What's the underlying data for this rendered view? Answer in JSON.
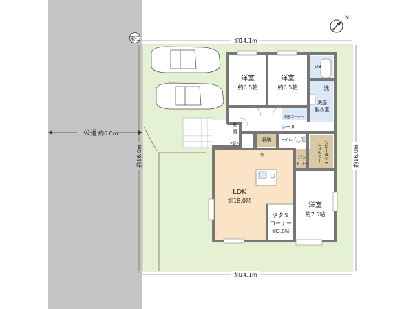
{
  "compass": {
    "label": "N"
  },
  "site": {
    "road_label": "公道",
    "road_width": "約6.0m",
    "pole_label": "電柱",
    "width_top": "約14.1m",
    "width_bottom": "約14.1m",
    "depth_left": "約16.0m",
    "depth_right": "約16.0m"
  },
  "rooms": {
    "western_1": {
      "name": "洋室",
      "size": "約6.5帖"
    },
    "western_2": {
      "name": "洋室",
      "size": "約6.5帖"
    },
    "western_3": {
      "name": "洋室",
      "size": "約7.5帖"
    },
    "ldk": {
      "name": "LDK",
      "size": "約18.0帖"
    },
    "tatami": {
      "name_line1": "タタミ",
      "name_line2": "コーナー",
      "size": "約3.0帖"
    },
    "bath": "UB",
    "laundry_mark": "洗",
    "dressing_line1": "洗面",
    "dressing_line2": "脱衣室",
    "washroom_corner": "洗面コーナー",
    "hall": "ホール",
    "entrance_line1": "玄",
    "entrance_line2": "関",
    "shoe_box": "下足入",
    "storage": "収納",
    "toilet": "トイレ",
    "fridge": "冷",
    "pantry_line1": "パン",
    "pantry_line2": "トリー",
    "family_closet_line1": "ファミリー",
    "family_closet_line2": "クローゼット"
  },
  "colors": {
    "road": "#c4c4c4",
    "lot": "#e4f1d2",
    "room": "#ffffff",
    "ldk_floor": "#fbe3c6",
    "wet_area": "#dbe8f5",
    "wood_floor": "#d9c9a3",
    "wall": "#7a7a7a"
  }
}
